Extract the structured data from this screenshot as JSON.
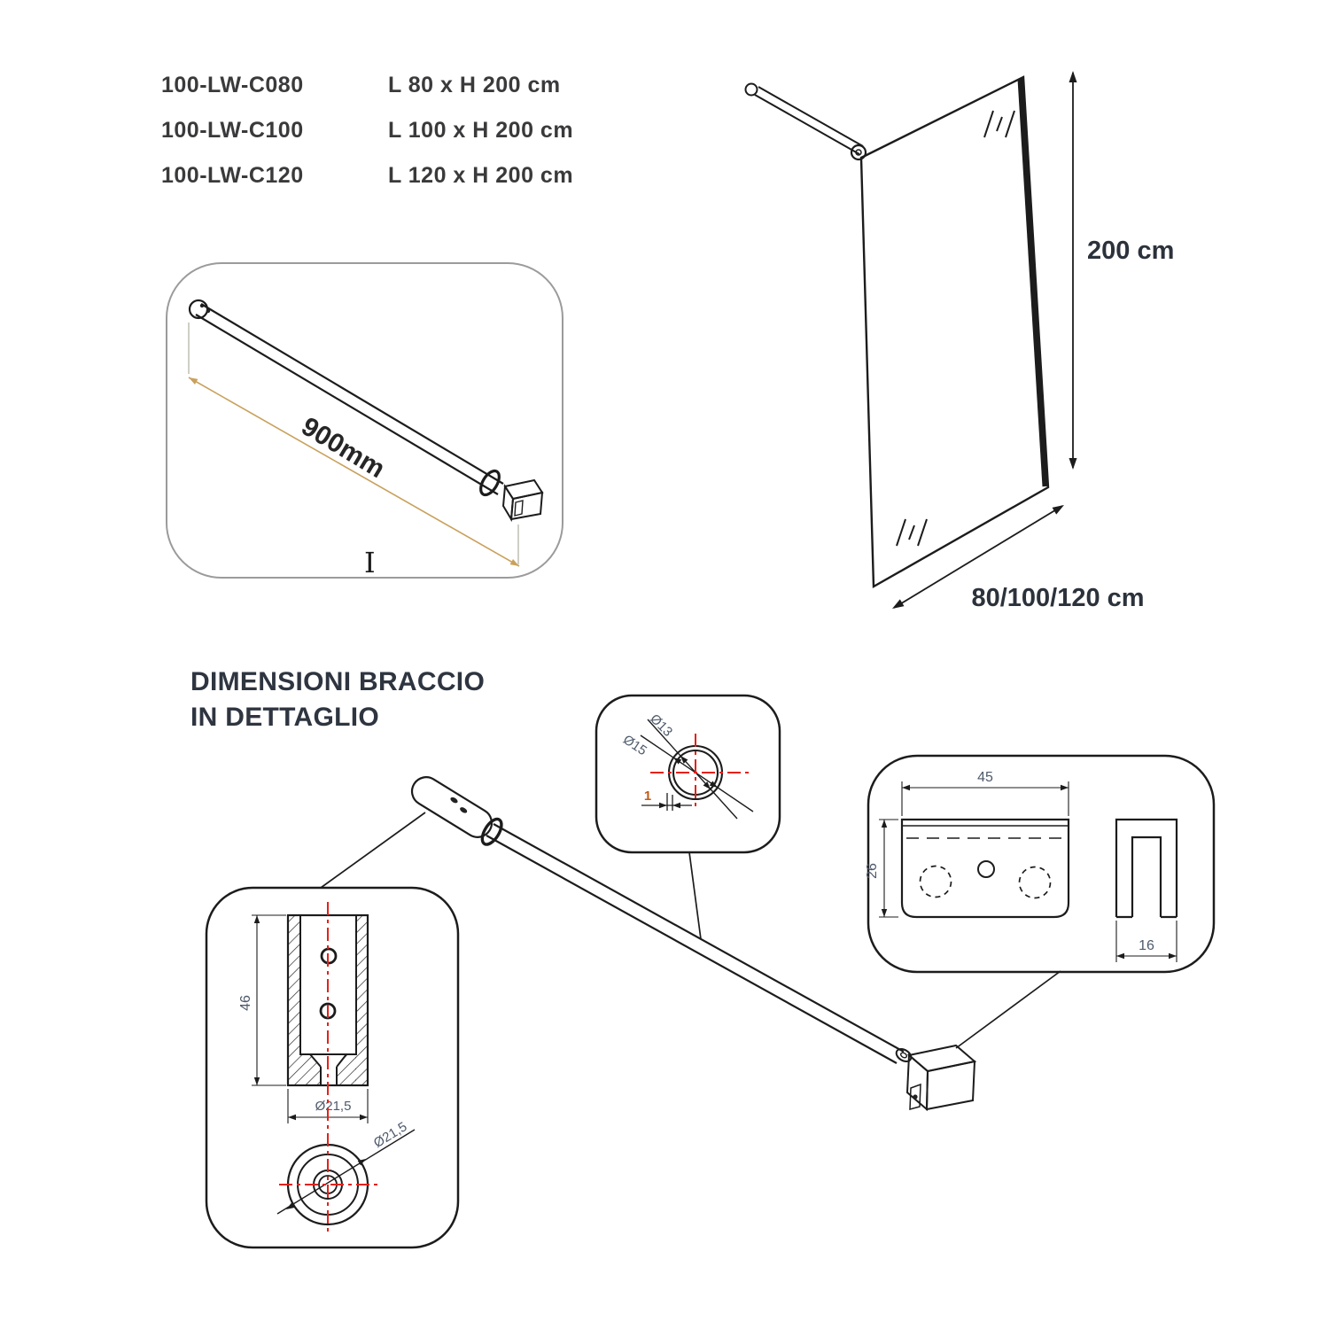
{
  "products": {
    "rows": [
      {
        "code": "100-LW-C080",
        "size": "L 80 x H 200 cm"
      },
      {
        "code": "100-LW-C100",
        "size": "L 100 x H 200 cm"
      },
      {
        "code": "100-LW-C120",
        "size": "L 120 x H 200 cm"
      }
    ]
  },
  "arm_box": {
    "length_label": "900mm",
    "marker": "I"
  },
  "panel": {
    "height_label": "200 cm",
    "width_label": "80/100/120 cm"
  },
  "details": {
    "heading_line1": "DIMENSIONI BRACCIO",
    "heading_line2": "IN DETTAGLIO",
    "tube_section": {
      "inner_dia": "Ø13",
      "outer_dia": "Ø15",
      "wall_thickness": "1"
    },
    "glass_clamp": {
      "width": "45",
      "height": "26",
      "depth": "16"
    },
    "wall_mount": {
      "length": "46",
      "dia": "Ø21,5",
      "dia_end": "Ø21,5"
    }
  },
  "colors": {
    "line": "#1c1c1c",
    "centerline_red": "#e32119",
    "dim_text": "#4e5a6b",
    "dim_accent_tan": "#c9a15c",
    "wall_dim_accent": "#bf5b16",
    "heading_text": "#2e3540",
    "body_text": "#3a3a3c",
    "frame_gray": "#9b9b9b"
  }
}
